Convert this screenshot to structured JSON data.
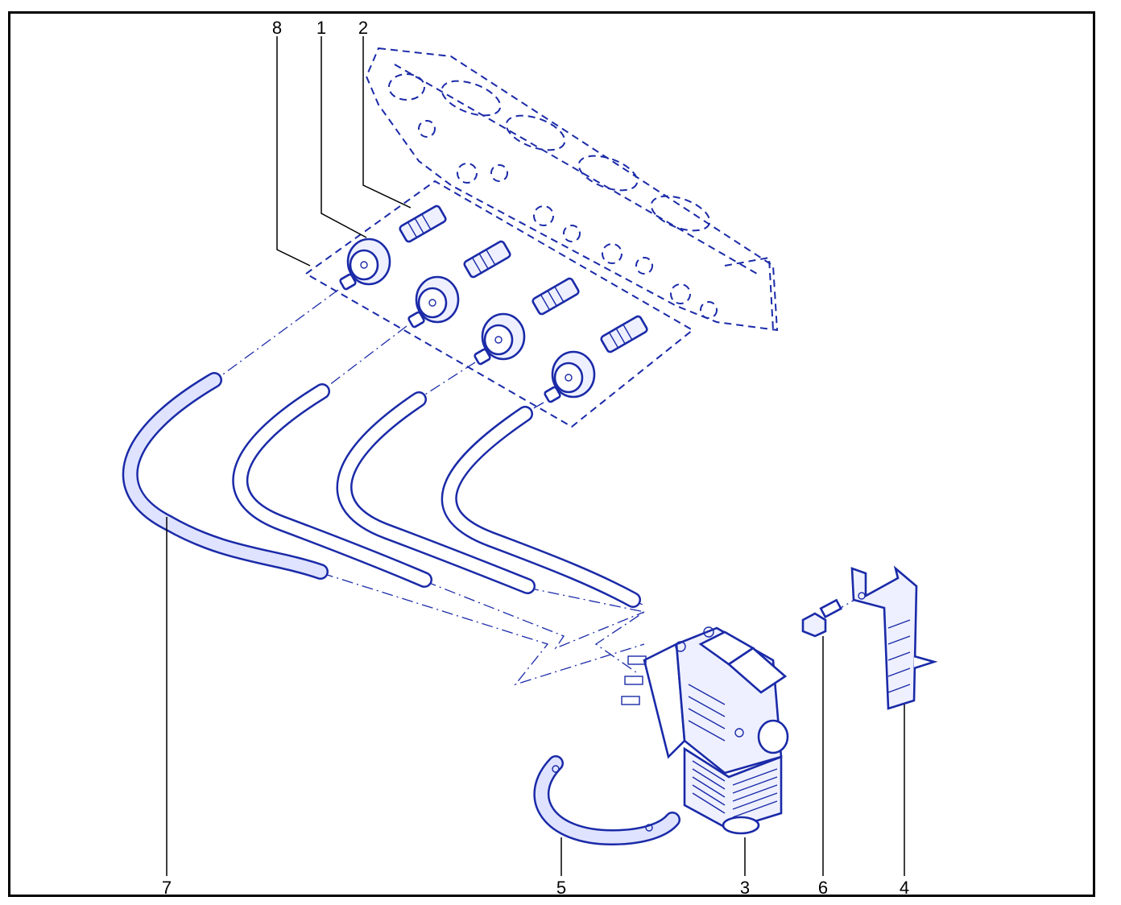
{
  "callouts": {
    "c8": "8",
    "c1": "1",
    "c2": "2",
    "c7": "7",
    "c5": "5",
    "c3": "3",
    "c6": "6",
    "c4": "4"
  },
  "colors": {
    "line": "#1a2aa8",
    "frame": "#000000"
  }
}
